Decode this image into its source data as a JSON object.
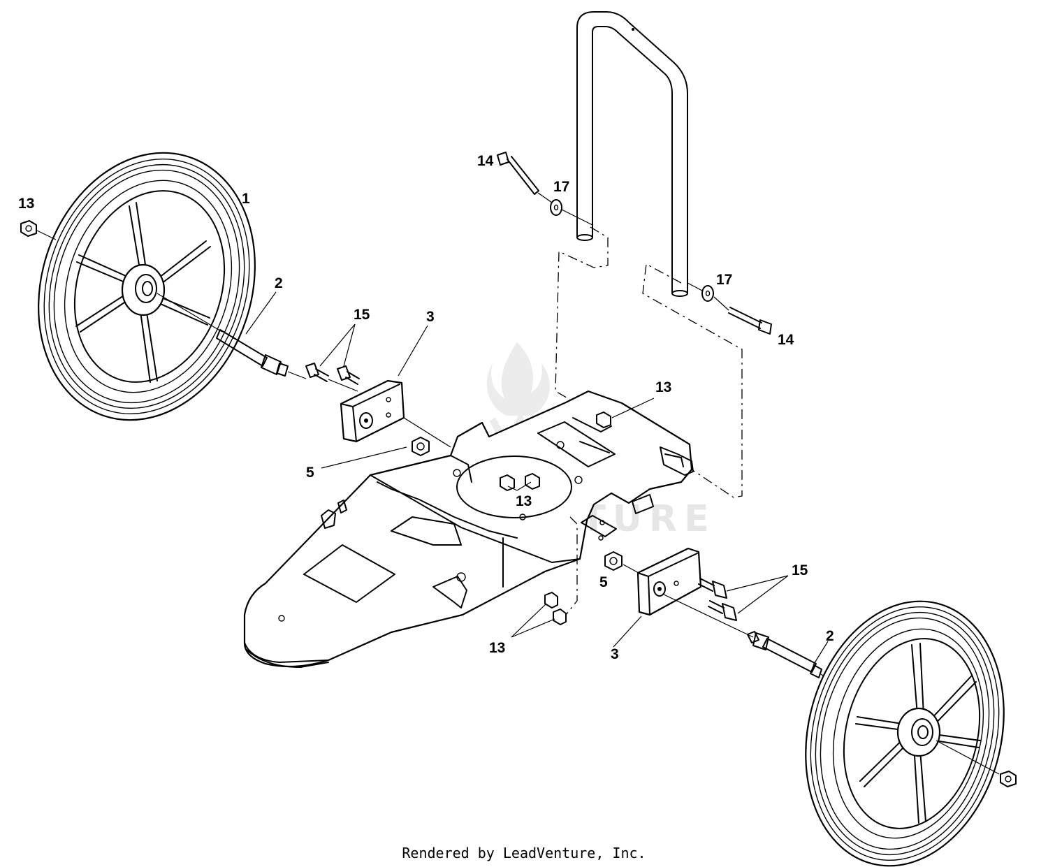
{
  "watermark": "LEADVENTURE",
  "footer": "Rendered by LeadVenture, Inc.",
  "callouts": [
    {
      "id": "c13a",
      "text": "13"
    },
    {
      "id": "c1",
      "text": "1"
    },
    {
      "id": "c2a",
      "text": "2"
    },
    {
      "id": "c15a",
      "text": "15"
    },
    {
      "id": "c3a",
      "text": "3"
    },
    {
      "id": "c5a",
      "text": "5"
    },
    {
      "id": "c13b",
      "text": "13"
    },
    {
      "id": "c14a",
      "text": "14"
    },
    {
      "id": "c17a",
      "text": "17"
    },
    {
      "id": "c17b",
      "text": "17"
    },
    {
      "id": "c14b",
      "text": "14"
    },
    {
      "id": "c13c",
      "text": "13"
    },
    {
      "id": "c15b",
      "text": "15"
    },
    {
      "id": "c5b",
      "text": "5"
    },
    {
      "id": "c13d",
      "text": "13"
    },
    {
      "id": "c3b",
      "text": "3"
    },
    {
      "id": "c2b",
      "text": "2"
    }
  ]
}
